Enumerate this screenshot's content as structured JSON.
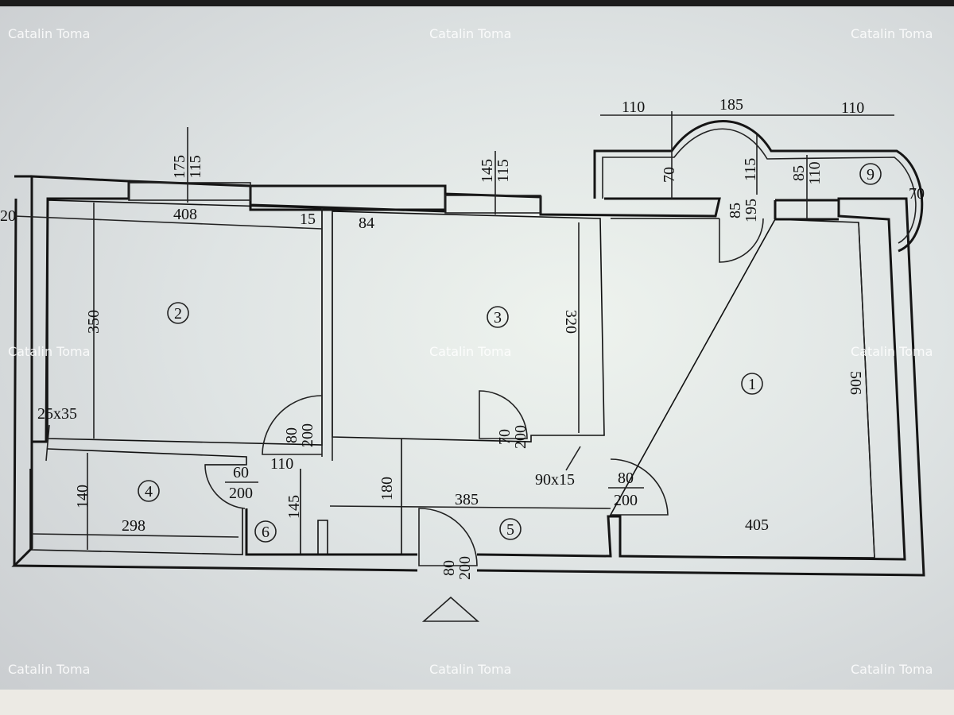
{
  "watermark": "Catalin Toma",
  "rooms": [
    "1",
    "2",
    "3",
    "4",
    "5",
    "6",
    "9"
  ],
  "dimensions": {
    "d_175_115": [
      "175",
      "115"
    ],
    "d_145_115": [
      "145",
      "115"
    ],
    "d_20": "20",
    "d_408": "408",
    "d_15": "15",
    "d_84": "84",
    "d_110a": "110",
    "d_185": "185",
    "d_110b": "110",
    "d_70a": "70",
    "d_115": "115",
    "d_85_110": [
      "85",
      "110"
    ],
    "d_85_195": [
      "85",
      "195"
    ],
    "d_70b": "70",
    "d_350": "350",
    "d_320": "320",
    "d_506": "506",
    "d_25x35": "25x35",
    "d_80_200a": [
      "80",
      "200"
    ],
    "d_70_200": [
      "70",
      "200"
    ],
    "d_90x15": "90x15",
    "d_80_200b": [
      "80",
      "200"
    ],
    "d_110c": "110",
    "d_60_200": [
      "60",
      "200"
    ],
    "d_140": "140",
    "d_298": "298",
    "d_145": "145",
    "d_180": "180",
    "d_385": "385",
    "d_405": "405",
    "d_80_200c": [
      "80",
      "200"
    ]
  },
  "entrance_symbol": "triangle-icon"
}
